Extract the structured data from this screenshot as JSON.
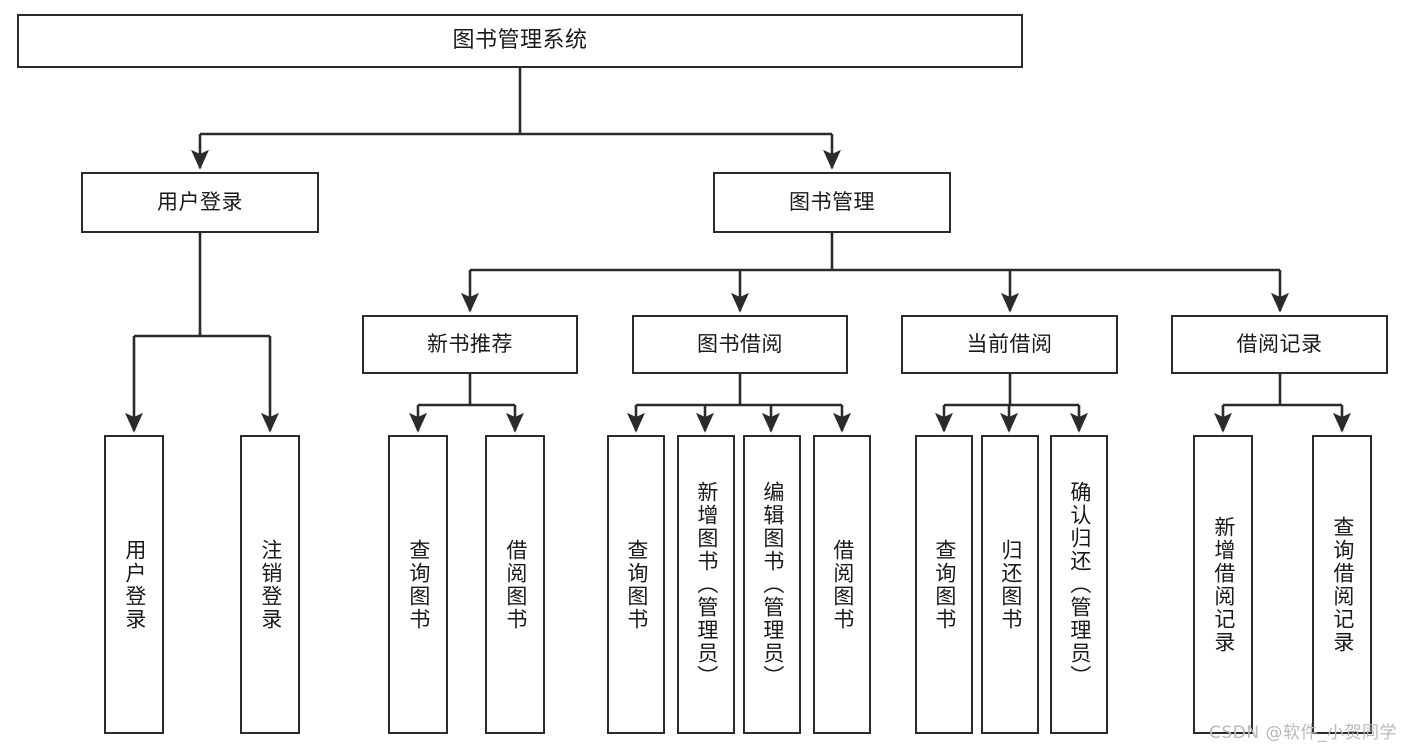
{
  "diagram": {
    "title": "图书管理系统",
    "type": "tree-structure-chart",
    "watermark": "CSDN @软件_小贺同学",
    "line_color": "#2b2b2b",
    "box_fill": "#ffffff",
    "text_color": "#1a1a1a",
    "watermark_color": "#b9b9b9"
  },
  "nodes": {
    "root": {
      "label": "图书管理系统"
    },
    "level1": [
      {
        "label": "用户登录"
      },
      {
        "label": "图书管理"
      }
    ],
    "level2": [
      {
        "label": "新书推荐"
      },
      {
        "label": "图书借阅"
      },
      {
        "label": "当前借阅"
      },
      {
        "label": "借阅记录"
      }
    ],
    "leaves_user_login": [
      {
        "label": "用户登录"
      },
      {
        "label": "注销登录"
      }
    ],
    "leaves_new_book": [
      {
        "label": "查询图书"
      },
      {
        "label": "借阅图书"
      }
    ],
    "leaves_borrow": [
      {
        "label": "查询图书"
      },
      {
        "label": "新增图书（管理员）"
      },
      {
        "label": "编辑图书（管理员）"
      },
      {
        "label": "借阅图书"
      }
    ],
    "leaves_current": [
      {
        "label": "查询图书"
      },
      {
        "label": "归还图书"
      },
      {
        "label": "确认归还（管理员）"
      }
    ],
    "leaves_records": [
      {
        "label": "新增借阅记录"
      },
      {
        "label": "查询借阅记录"
      }
    ]
  }
}
